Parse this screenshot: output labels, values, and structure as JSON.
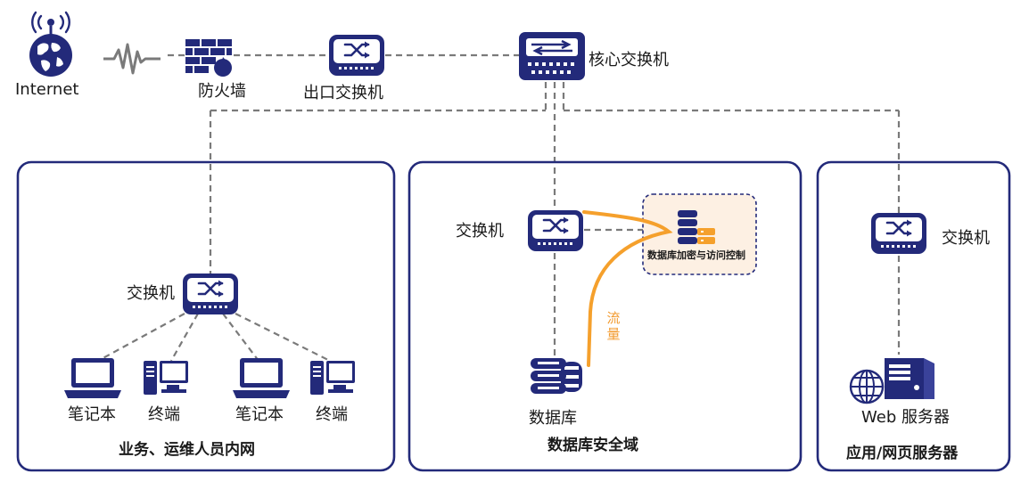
{
  "colors": {
    "navy": "#232a7a",
    "dash": "#7a7a7a",
    "flow": "#f5a02c",
    "enc_fill": "#fdf0e3"
  },
  "internet": {
    "label": "Internet",
    "icon": "globe-antenna-icon"
  },
  "signal": {
    "icon": "signal-wave-icon"
  },
  "firewall": {
    "label": "防火墙",
    "icon": "firewall-icon"
  },
  "egress_switch": {
    "label": "出口交换机",
    "icon": "switch-icon"
  },
  "core_switch": {
    "label": "核心交换机",
    "icon": "core-switch-icon"
  },
  "zones": {
    "ops": {
      "title": "业务、运维人员内网",
      "switch_label": "交换机",
      "devices": [
        {
          "label": "笔记本",
          "icon": "laptop-icon"
        },
        {
          "label": "终端",
          "icon": "desktop-terminal-icon"
        },
        {
          "label": "笔记本",
          "icon": "laptop-icon"
        },
        {
          "label": "终端",
          "icon": "desktop-terminal-icon"
        }
      ]
    },
    "db": {
      "title": "数据库安全域",
      "switch_label": "交换机",
      "encryption_label": "数据库加密与访问控制",
      "flow_label": "流量",
      "database_label": "数据库"
    },
    "web": {
      "title": "应用/网页服务器",
      "switch_label": "交换机",
      "server_label": "Web 服务器"
    }
  }
}
